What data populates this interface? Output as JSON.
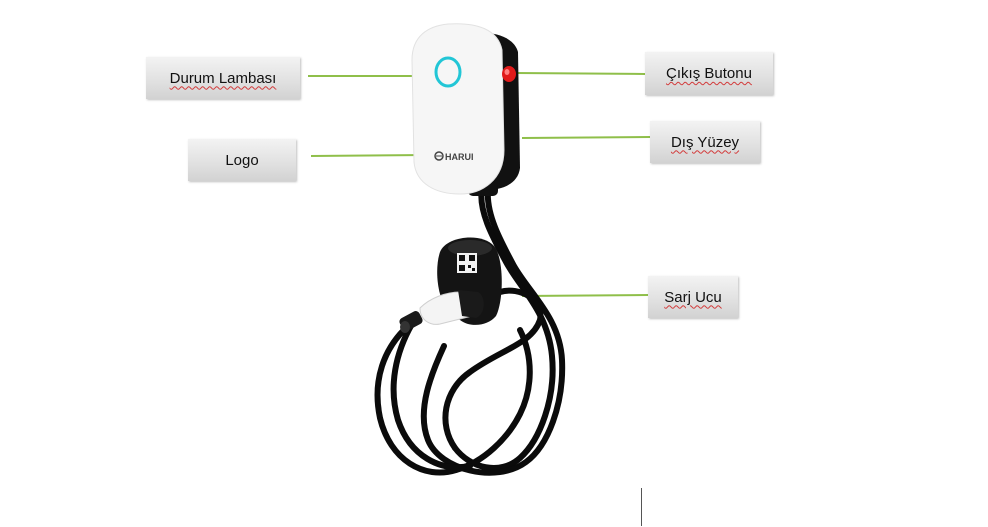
{
  "labels": {
    "status_light": "Durum Lambası",
    "logo": "Logo",
    "exit_button": "Çıkış Butonu",
    "outer_surface": "Dış Yüzey",
    "charge_tip": "Sarj Ucu"
  },
  "device": {
    "brand": "HARUI"
  },
  "colors": {
    "leader_line": "#8fbf4a",
    "status_ring": "#22c6d6",
    "exit_button": "#e21a1a",
    "housing_front": "#f6f6f6",
    "housing_side": "#111111",
    "cable": "#0b0b0b"
  },
  "icons": [
    "status-light-icon",
    "exit-button-icon",
    "qr-code-icon",
    "brand-logo-icon"
  ]
}
